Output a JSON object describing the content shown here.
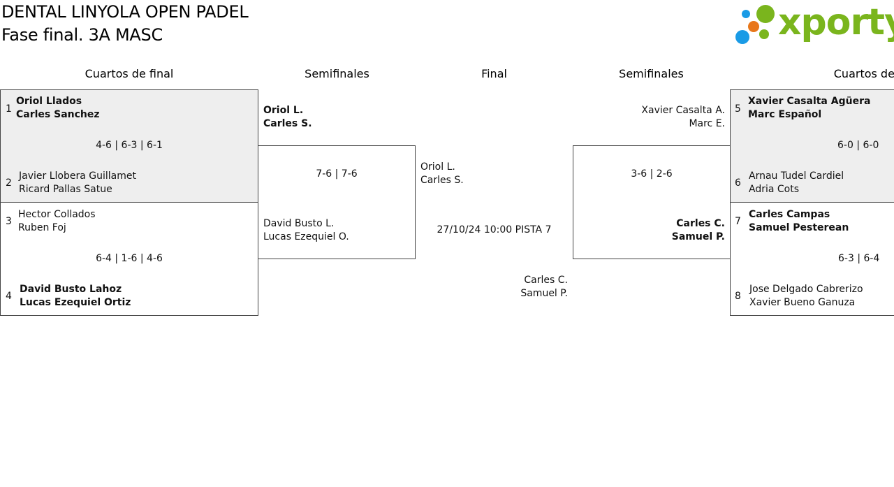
{
  "header": {
    "title": "DENTAL LINYOLA OPEN PADEL",
    "subtitle": "Fase final. 3A MASC"
  },
  "logo": {
    "text": "xporty",
    "colors": {
      "green": "#7ab51d",
      "blue": "#1a9be6",
      "orange": "#e8771a"
    }
  },
  "columns": {
    "left_qf": "Cuartos de final",
    "left_sf": "Semifinales",
    "final": "Final",
    "right_sf": "Semifinales",
    "right_qf": "Cuartos de fin"
  },
  "left_quarterfinals": [
    {
      "top": {
        "seed": "1",
        "p1": "Oriol Llados",
        "p2": "Carles Sanchez"
      },
      "score": "4-6 | 6-3 | 6-1",
      "bottom": {
        "seed": "2",
        "p1": "Javier Llobera Guillamet",
        "p2": "Ricard Pallas Satue"
      }
    },
    {
      "top": {
        "seed": "3",
        "p1": "Hector Collados",
        "p2": "Ruben Foj"
      },
      "score": "6-4 | 1-6 | 4-6",
      "bottom": {
        "seed": "4",
        "p1": "David Busto Lahoz",
        "p2": "Lucas Ezequiel Ortiz"
      }
    }
  ],
  "left_semifinal": {
    "top": {
      "p1": "Oriol L.",
      "p2": "Carles S."
    },
    "score": "7-6 | 7-6",
    "bottom": {
      "p1": "David Busto L.",
      "p2": "Lucas Ezequiel O."
    }
  },
  "final": {
    "top": {
      "p1": "Oriol L.",
      "p2": "Carles S."
    },
    "info": "27/10/24 10:00 PISTA 7",
    "bottom": {
      "p1": "Carles C.",
      "p2": "Samuel P."
    }
  },
  "right_semifinal": {
    "top": {
      "p1": "Xavier Casalta A.",
      "p2": "Marc E."
    },
    "score": "3-6 | 2-6",
    "bottom": {
      "p1": "Carles C.",
      "p2": "Samuel P."
    }
  },
  "right_quarterfinals": [
    {
      "top": {
        "seed": "5",
        "p1": "Xavier Casalta Agüera",
        "p2": "Marc Español"
      },
      "score": "6-0 | 6-0",
      "bottom": {
        "seed": "6",
        "p1": "Arnau Tudel Cardiel",
        "p2": "Adria Cots"
      }
    },
    {
      "top": {
        "seed": "7",
        "p1": "Carles Campas",
        "p2": "Samuel Pesterean"
      },
      "score": "6-3 | 6-4",
      "bottom": {
        "seed": "8",
        "p1": "Jose Delgado Cabrerizo",
        "p2": "Xavier Bueno Ganuza"
      }
    }
  ]
}
